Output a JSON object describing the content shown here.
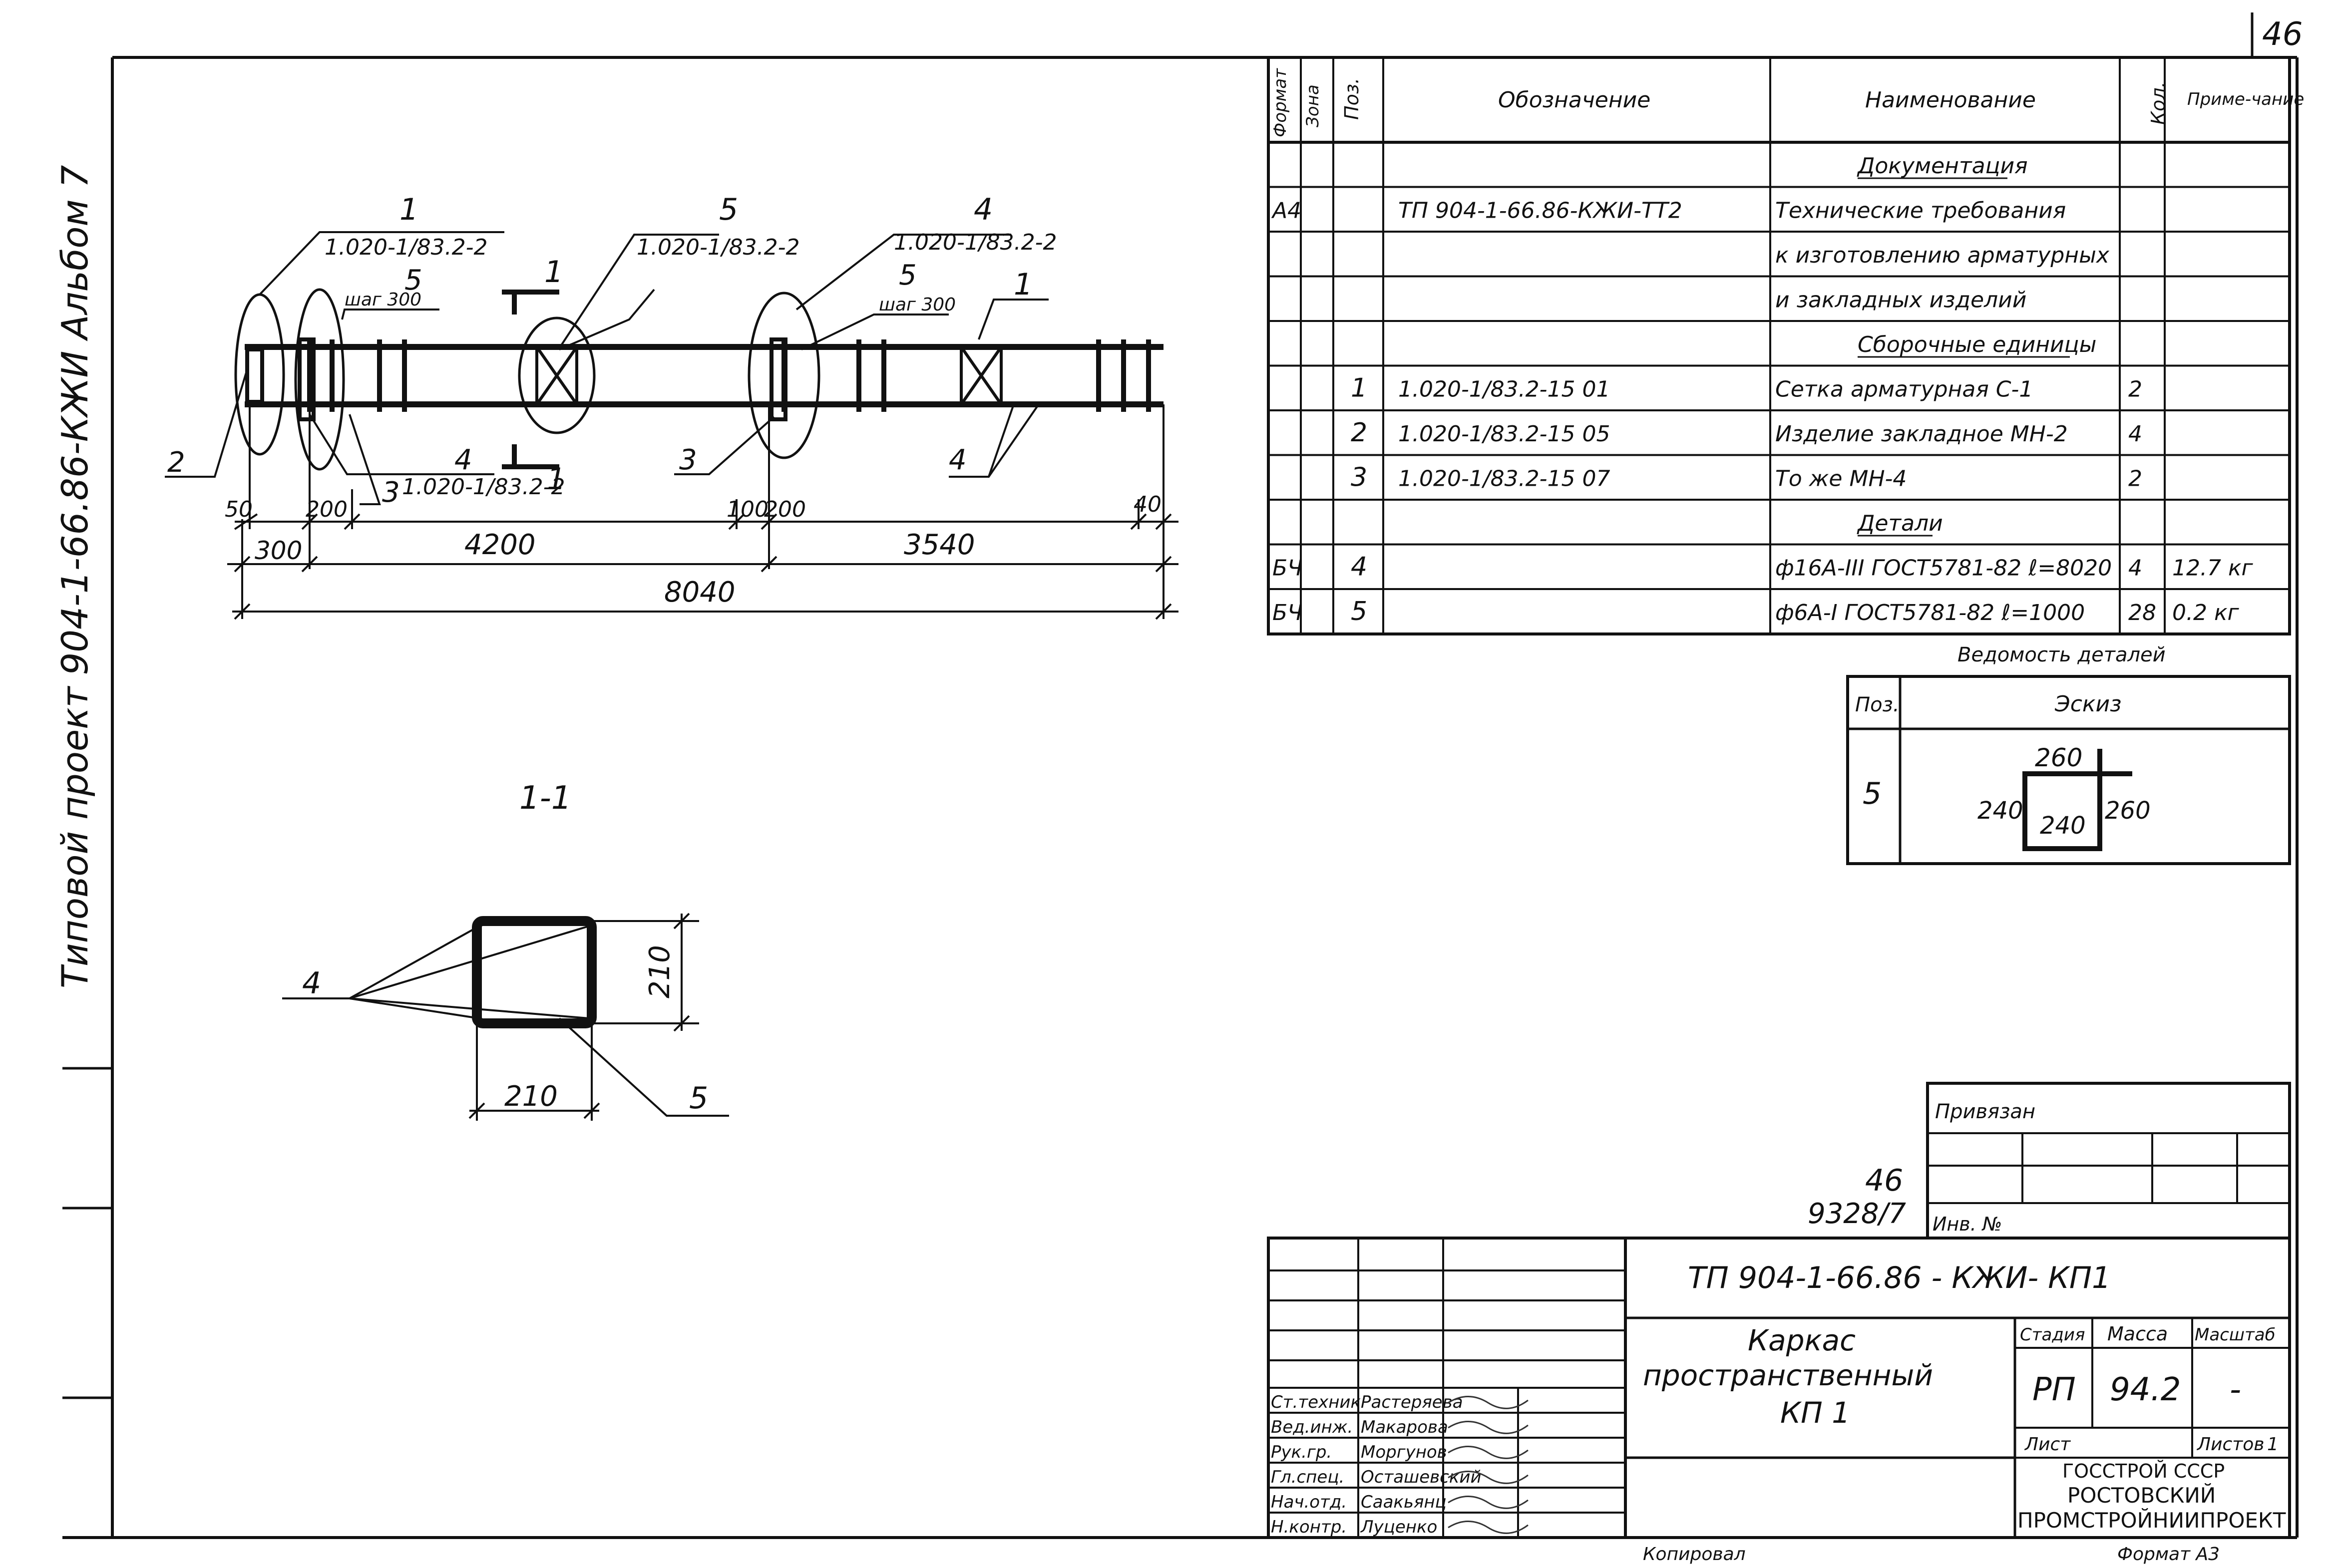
{
  "page_number": "46",
  "side_title": "Типовой проект 904-1-66.86-КЖИ Альбом 7",
  "spec_table": {
    "headers": {
      "format": "Формат",
      "zone": "Зона",
      "pos": "Поз.",
      "designation": "Обозначение",
      "name": "Наименование",
      "qty": "Кол.",
      "note": "Приме-чание"
    },
    "rows": [
      {
        "format": "",
        "zone": "",
        "pos": "",
        "designation": "",
        "name": "Документация",
        "qty": "",
        "note": "",
        "section": true
      },
      {
        "format": "А4",
        "zone": "",
        "pos": "",
        "designation": "ТП 904-1-66.86-КЖИ-ТТ2",
        "name": "Технические требования",
        "qty": "",
        "note": ""
      },
      {
        "format": "",
        "zone": "",
        "pos": "",
        "designation": "",
        "name": "к изготовлению арматурных",
        "qty": "",
        "note": ""
      },
      {
        "format": "",
        "zone": "",
        "pos": "",
        "designation": "",
        "name": "и закладных изделий",
        "qty": "",
        "note": ""
      },
      {
        "format": "",
        "zone": "",
        "pos": "",
        "designation": "",
        "name": "Сборочные единицы",
        "qty": "",
        "note": "",
        "section": true
      },
      {
        "format": "",
        "zone": "",
        "pos": "1",
        "designation": "1.020-1/83.2-15 01",
        "name": "Сетка арматурная С-1",
        "qty": "2",
        "note": ""
      },
      {
        "format": "",
        "zone": "",
        "pos": "2",
        "designation": "1.020-1/83.2-15 05",
        "name": "Изделие закладное МН-2",
        "qty": "4",
        "note": ""
      },
      {
        "format": "",
        "zone": "",
        "pos": "3",
        "designation": "1.020-1/83.2-15 07",
        "name": "То же                МН-4",
        "qty": "2",
        "note": ""
      },
      {
        "format": "",
        "zone": "",
        "pos": "",
        "designation": "",
        "name": "Детали",
        "qty": "",
        "note": "",
        "section": true
      },
      {
        "format": "БЧ",
        "zone": "",
        "pos": "4",
        "designation": "",
        "name": "ф16А-III ГОСТ5781-82 ℓ=8020",
        "qty": "4",
        "note": "12.7 кг"
      },
      {
        "format": "БЧ",
        "zone": "",
        "pos": "5",
        "designation": "",
        "name": "ф6А-I ГОСТ5781-82 ℓ=1000",
        "qty": "28",
        "note": "0.2 кг"
      }
    ]
  },
  "details_table": {
    "title": "Ведомость деталей",
    "headers": {
      "pos": "Поз.",
      "sketch": "Эскиз"
    },
    "row": {
      "pos": "5",
      "dims": {
        "top": "260",
        "left": "240",
        "bottom": "240",
        "right": "260"
      }
    }
  },
  "elevation": {
    "callouts": {
      "c1_num": "1",
      "c1_ref": "1.020-1/83.2-2",
      "c5_num": "5",
      "c5_ref": "1.020-1/83.2-2",
      "c4_num": "4",
      "c4_ref": "1.020-1/83.2-2",
      "c5a_num": "5",
      "c5a_step": "шаг 300",
      "c5b_num": "5",
      "c5b_step": "шаг 300",
      "c4b_num": "4",
      "c4b_ref": "1.020-1/83.2-2",
      "lbl_2": "2",
      "lbl_3a": "3",
      "lbl_3b": "3",
      "lbl_1": "1",
      "lbl_4": "4",
      "sec_top": "1",
      "sec_bottom": "1"
    },
    "dims": {
      "d50": "50",
      "d200a": "200",
      "d100": "100",
      "d200b": "200",
      "d40": "40",
      "d300": "300",
      "d4200": "4200",
      "d3540": "3540",
      "d8040": "8040"
    }
  },
  "section": {
    "title": "1-1",
    "width": "210",
    "height": "210",
    "lbl_4": "4",
    "lbl_5": "5"
  },
  "stamp": {
    "privyazan": "Привязан",
    "inv_no": "Инв. №",
    "sheet_ref_num": "46",
    "sheet_ref_code": "9328/7",
    "doc_code": "ТП 904-1-66.86 - КЖИ- КП1",
    "title_line1": "Каркас",
    "title_line2": "пространственный",
    "title_line3": "КП 1",
    "stage_label": "Стадия",
    "mass_label": "Масса",
    "scale_label": "Масштаб",
    "stage": "РП",
    "mass": "94.2",
    "scale": "-",
    "sheet_label": "Лист",
    "sheets_label": "Листов",
    "sheets": "1",
    "org_line1": "ГОССТРОЙ СССР",
    "org_line2": "РОСТОВСКИЙ",
    "org_line3": "ПРОМСТРОЙНИИПРОЕКТ",
    "staff": [
      {
        "role": "Ст.техник",
        "name": "Растеряева"
      },
      {
        "role": "Вед.инж.",
        "name": "Макарова"
      },
      {
        "role": "Рук.гр.",
        "name": "Моргунов"
      },
      {
        "role": "Гл.спец.",
        "name": "Осташевский"
      },
      {
        "role": "Нач.отд.",
        "name": "Саакьянц"
      },
      {
        "role": "Н.контр.",
        "name": "Луценко"
      }
    ]
  },
  "footer": {
    "copied": "Копировал",
    "format": "Формат А3"
  }
}
